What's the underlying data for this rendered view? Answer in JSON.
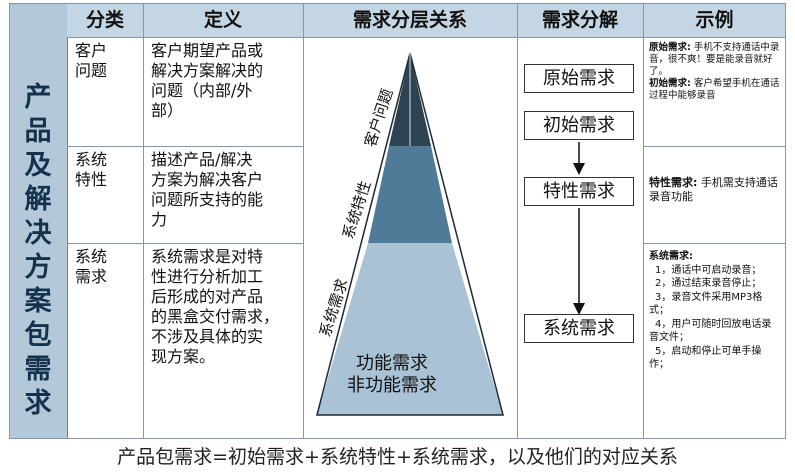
{
  "side_title": "产品及解决方案包需求",
  "headers": {
    "category": "分类",
    "definition": "定义",
    "hierarchy": "需求分层关系",
    "decomposition": "需求分解",
    "example": "示例"
  },
  "rows": [
    {
      "category": "客户\n问题",
      "definition": "客户期望产品或\n解决方案解决的\n问题（内部/外\n部）",
      "layer_label": "客户问题",
      "example_1_title": "原始需求:",
      "example_1_text": " 手机不支持通话中录音，很不爽！要是能录音就好了。",
      "example_2_title": "初始需求:",
      "example_2_text": " 客户希望手机在通话过程中能够录音"
    },
    {
      "category": "系统\n特性",
      "definition": "描述产品/解决\n方案为解决客户\n问题所支持的能\n力",
      "layer_label": "系统特性",
      "example_title": "特性需求:",
      "example_text": " 手机需支持通话录音功能"
    },
    {
      "category": "系统\n需求",
      "definition": "系统需求是对特\n性进行分析加工\n后形成的对产品\n的黑盒交付需求，\n不涉及具体的实\n现方案。",
      "layer_label": "系统需求",
      "example_title": "系统需求:",
      "example_items": [
        "1，通话中可启动录音；",
        "2，通过结束录音停止；",
        "3，录音文件采用MP3格式；",
        "4，用户可随时回放电话录音文件；",
        "5，启动和停止可单手操作；"
      ]
    }
  ],
  "pyramid_base_labels": [
    "功能需求",
    "非功能需求"
  ],
  "decomposition_boxes": [
    "原始需求",
    "初始需求",
    "特性需求",
    "系统需求"
  ],
  "caption": "产品包需求=初始需求+系统特性+系统需求，以及他们的对应关系",
  "colors": {
    "header_bg": "#c4d6e4",
    "side_bg": "#b3c8d9",
    "pyramid_top": "#2e4352",
    "pyramid_mid": "#4f7a98",
    "pyramid_base": "#a9c2d6"
  }
}
